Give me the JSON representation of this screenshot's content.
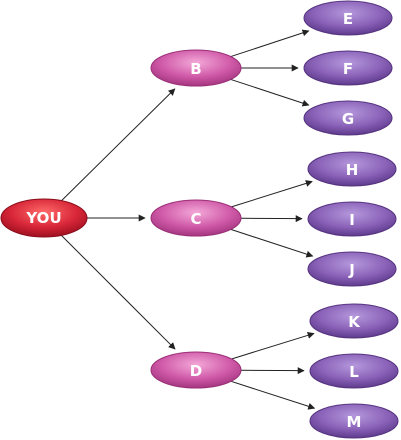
{
  "nodes": {
    "root": "YOU",
    "b": "B",
    "c": "C",
    "d": "D",
    "e": "E",
    "f": "F",
    "g": "G",
    "h": "H",
    "i": "I",
    "j": "J",
    "k": "K",
    "l": "L",
    "m": "M"
  },
  "edges": [
    [
      "root",
      "b"
    ],
    [
      "root",
      "c"
    ],
    [
      "root",
      "d"
    ],
    [
      "b",
      "e"
    ],
    [
      "b",
      "f"
    ],
    [
      "b",
      "g"
    ],
    [
      "c",
      "h"
    ],
    [
      "c",
      "i"
    ],
    [
      "c",
      "j"
    ],
    [
      "d",
      "k"
    ],
    [
      "d",
      "l"
    ],
    [
      "d",
      "m"
    ]
  ],
  "colors": {
    "root": "#d72638",
    "level1": "#d05aa8",
    "level2": "#8a62b8",
    "edge": "#222222"
  }
}
